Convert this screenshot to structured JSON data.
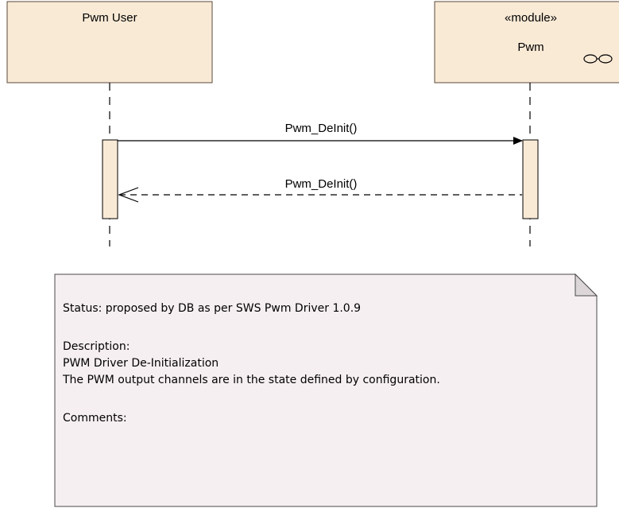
{
  "lifelines": [
    {
      "name": "Pwm User",
      "stereotype": ""
    },
    {
      "name": "Pwm",
      "stereotype": "«module»"
    }
  ],
  "messages": [
    {
      "label": "Pwm_DeInit()",
      "kind": "synchronous call"
    },
    {
      "label": "Pwm_DeInit()",
      "kind": "return"
    }
  ],
  "note": {
    "status": "Status: proposed by DB as per SWS Pwm Driver 1.0.9",
    "description_label": "Description:",
    "description_line1": "PWM Driver De-Initialization",
    "description_line2": "The PWM output channels are in the state defined by configuration.",
    "comments_label": "Comments:"
  },
  "colors": {
    "lifeline_fill": "#f9ead6",
    "lifeline_border": "#5a4a3a",
    "note_fill": "#f6eff2",
    "note_border": "#4a4a4a"
  }
}
